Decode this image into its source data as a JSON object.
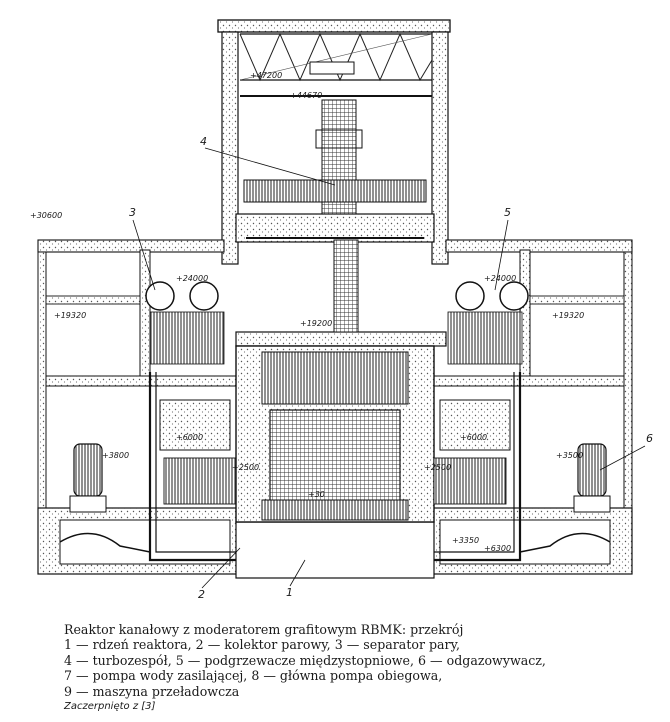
{
  "diagram": {
    "elevations": {
      "crane_top": "+47200",
      "crane_rail": "+44670",
      "roof_left": "+30600",
      "steam_left": "+24000",
      "steam_right": "+24000",
      "floor_left": "+19320",
      "floor_right": "+19320",
      "central_floor": "+19200",
      "level_left_upper": "+6000",
      "level_right_upper": "+6000",
      "level_left_small": "+3800",
      "level_left_mid": "+2500",
      "level_right_mid": "+2500",
      "level_right_small": "+3500",
      "bottom_small": "+30",
      "bottom_a": "+3350",
      "bottom_b": "+6300"
    },
    "callouts": [
      "1",
      "2",
      "3",
      "4",
      "5",
      "6"
    ]
  },
  "caption": {
    "title": "Reaktor kanałowy z moderatorem grafitowym RBMK: przekrój",
    "line1": "1 — rdzeń reaktora, 2 — kolektor parowy, 3 — separator pary,",
    "line2": "4 — turbozespół, 5 — podgrzewacze międzystopniowe, 6 — odgazowywacz,",
    "line3": "7 — pompa wody zasilającej, 8 — główna pompa obiegowa,",
    "line4": "9 — maszyna przeładowcza",
    "source": "Zaczerpnięto z [3]"
  }
}
